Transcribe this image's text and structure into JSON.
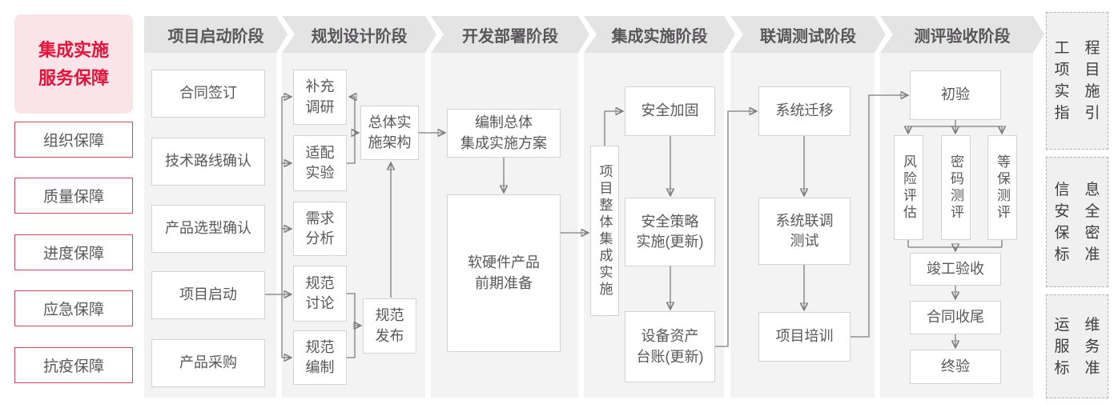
{
  "sidebar": {
    "title": "集成实施\n服务保障",
    "items": [
      {
        "label": "组织保障"
      },
      {
        "label": "质量保障"
      },
      {
        "label": "进度保障"
      },
      {
        "label": "应急保障"
      },
      {
        "label": "抗疫保障"
      }
    ]
  },
  "phases": [
    {
      "label": "项目启动阶段"
    },
    {
      "label": "规划设计阶段"
    },
    {
      "label": "开发部署阶段"
    },
    {
      "label": "集成实施阶段"
    },
    {
      "label": "联调测试阶段"
    },
    {
      "label": "测评验收阶段"
    }
  ],
  "boxes": {
    "contract_signing": "合同签订",
    "tech_route_confirm": "技术路线确认",
    "product_selection_confirm": "产品选型确认",
    "project_kickoff": "项目启动",
    "product_procurement": "产品采购",
    "supplementary_research": "补充\n调研",
    "adaptation_experiment": "适配\n实验",
    "requirement_analysis": "需求\n分析",
    "spec_discussion": "规范\n讨论",
    "spec_drafting": "规范\n编制",
    "overall_impl_architecture": "总体实\n施架构",
    "spec_release": "规范\n发布",
    "compile_overall_plan": "编制总体\n集成实施方案",
    "hw_sw_preparation": "软硬件产品\n前期准备",
    "overall_integration": "项目整体集成实施",
    "security_hardening": "安全加固",
    "security_policy_impl": "安全策略\n实施(更新)",
    "asset_ledger": "设备资产\n台账(更新)",
    "system_migration": "系统迁移",
    "joint_debug_test": "系统联调\n测试",
    "project_training": "项目培训",
    "preliminary_acceptance": "初验",
    "risk_assessment": "风险评估",
    "crypto_evaluation": "密码测评",
    "mlps_evaluation": "等保测评",
    "completion_acceptance": "竣工验收",
    "contract_closure": "合同收尾",
    "final_acceptance": "终验"
  },
  "standards": [
    {
      "label": "工程项目实施指引",
      "display": "工　程\n项　目\n实　施\n指　引"
    },
    {
      "label": "信息安全保密标准",
      "display": "信　息\n安　全\n保　密\n标　准"
    },
    {
      "label": "运维服务标准",
      "display": "运　维\n服　务\n标　准"
    }
  ],
  "colors": {
    "accent_red": "#e5123a",
    "accent_pink_bg": "#f9e5e9",
    "sidebar_border": "#c9485c",
    "band_bg": "#e4e4e4",
    "panel_bg": "#f3f3f3",
    "box_border": "#d3d3d3",
    "box_text": "#595757",
    "connector": "#7d7d7d",
    "standard_bg": "#f0f0f0"
  }
}
